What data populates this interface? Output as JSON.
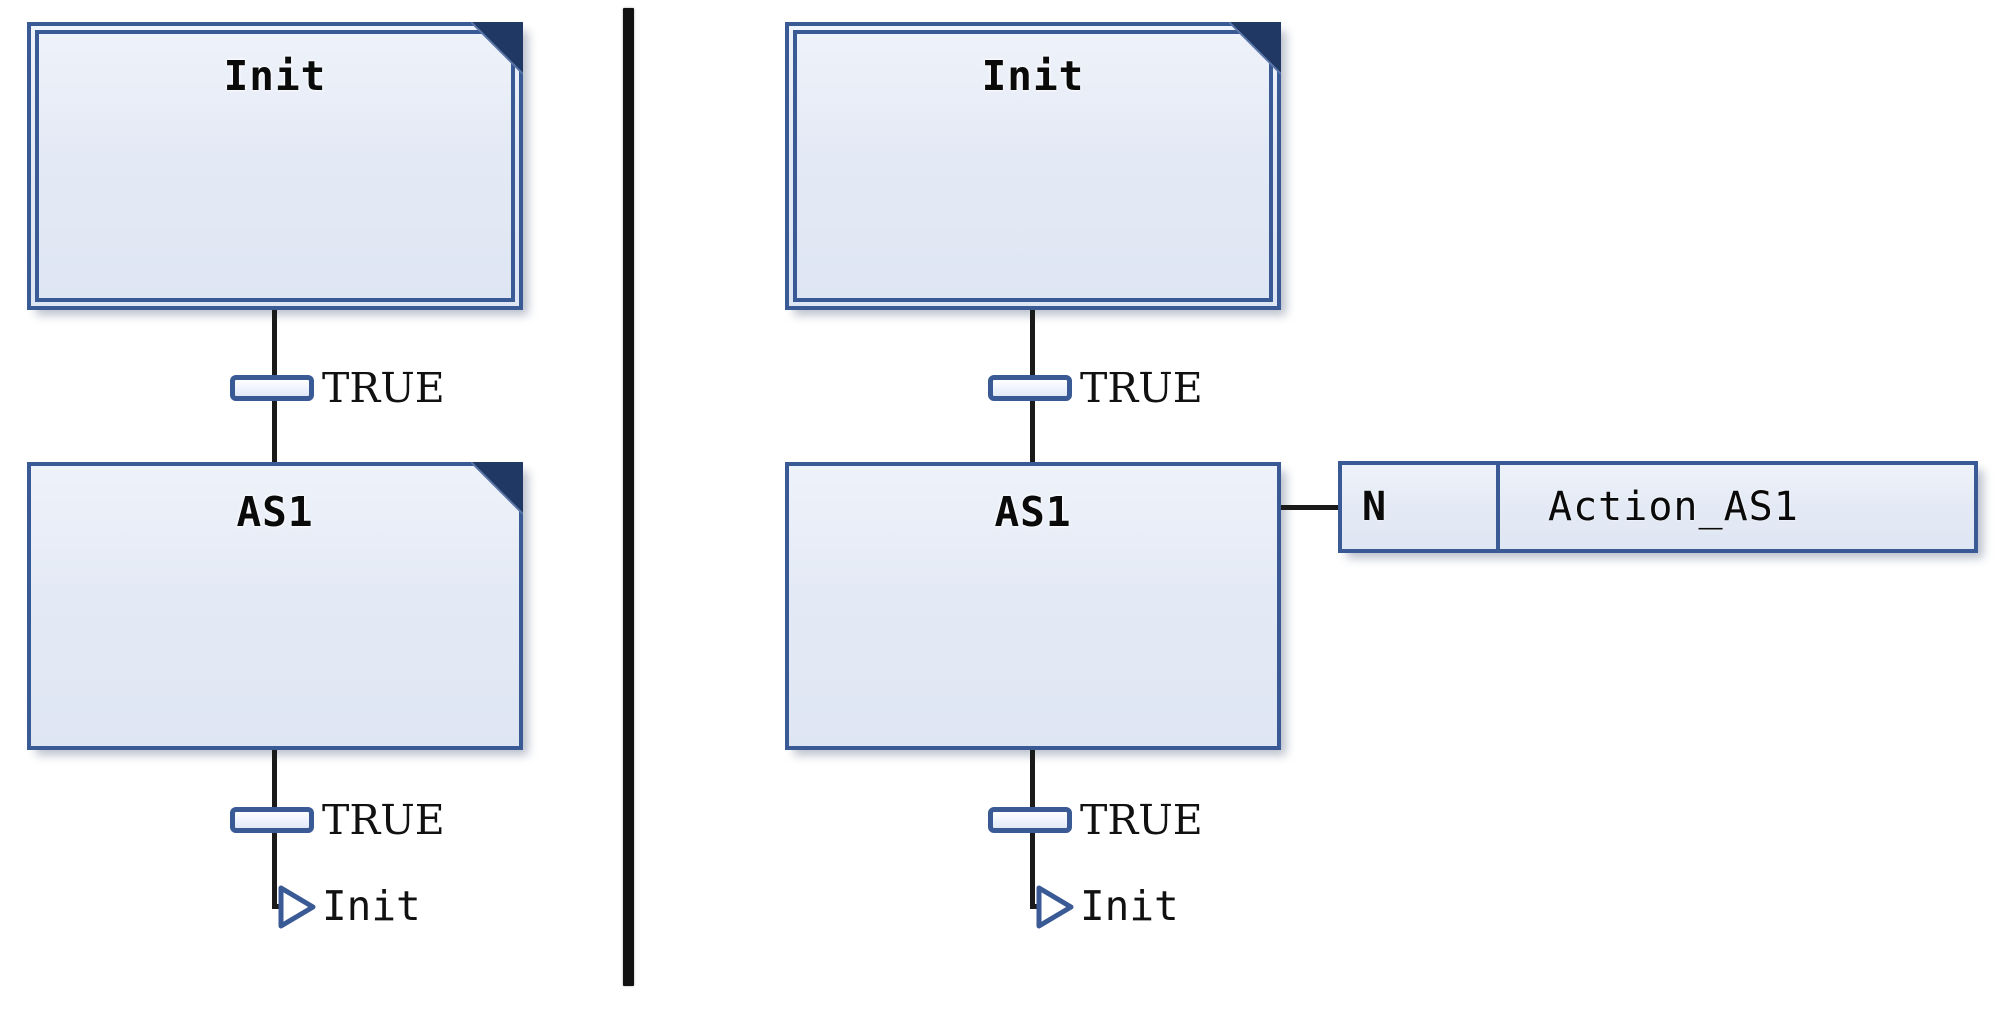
{
  "diagram": {
    "type": "sequential-function-chart",
    "title": "SFC step/transition comparison",
    "divider": {
      "name": "panel-divider",
      "color": "#121212"
    },
    "colors": {
      "step_fill": "#E3E9F4",
      "step_border": "#3A5A95",
      "corner_fold": "#1F3864",
      "connector": "#1A1A1A",
      "transition_fill": "#EDF2FB",
      "transition_border": "#3A5A95",
      "jump_arrow_border": "#3A5A95",
      "jump_arrow_fill": "#FFFFFF",
      "background": "#FFFFFF"
    }
  },
  "panels": [
    {
      "id": "left",
      "name": "sfc-without-action",
      "steps": [
        {
          "id": "init",
          "label": "Init",
          "kind": "initial-step",
          "has_corner_fold": true
        },
        {
          "id": "as1",
          "label": "AS1",
          "kind": "step",
          "has_corner_fold": true
        }
      ],
      "transitions": [
        {
          "id": "t1",
          "label": "TRUE"
        },
        {
          "id": "t2",
          "label": "TRUE"
        }
      ],
      "jump": {
        "id": "j1",
        "label": "Init",
        "icon": "jump-arrow-icon"
      },
      "actions": []
    },
    {
      "id": "right",
      "name": "sfc-with-action",
      "steps": [
        {
          "id": "init",
          "label": "Init",
          "kind": "initial-step",
          "has_corner_fold": true
        },
        {
          "id": "as1",
          "label": "AS1",
          "kind": "step",
          "has_corner_fold": false
        }
      ],
      "transitions": [
        {
          "id": "t1",
          "label": "TRUE"
        },
        {
          "id": "t2",
          "label": "TRUE"
        }
      ],
      "jump": {
        "id": "j1",
        "label": "Init",
        "icon": "jump-arrow-icon"
      },
      "actions": [
        {
          "id": "a1",
          "qualifier": "N",
          "name": "Action_AS1"
        }
      ]
    }
  ]
}
